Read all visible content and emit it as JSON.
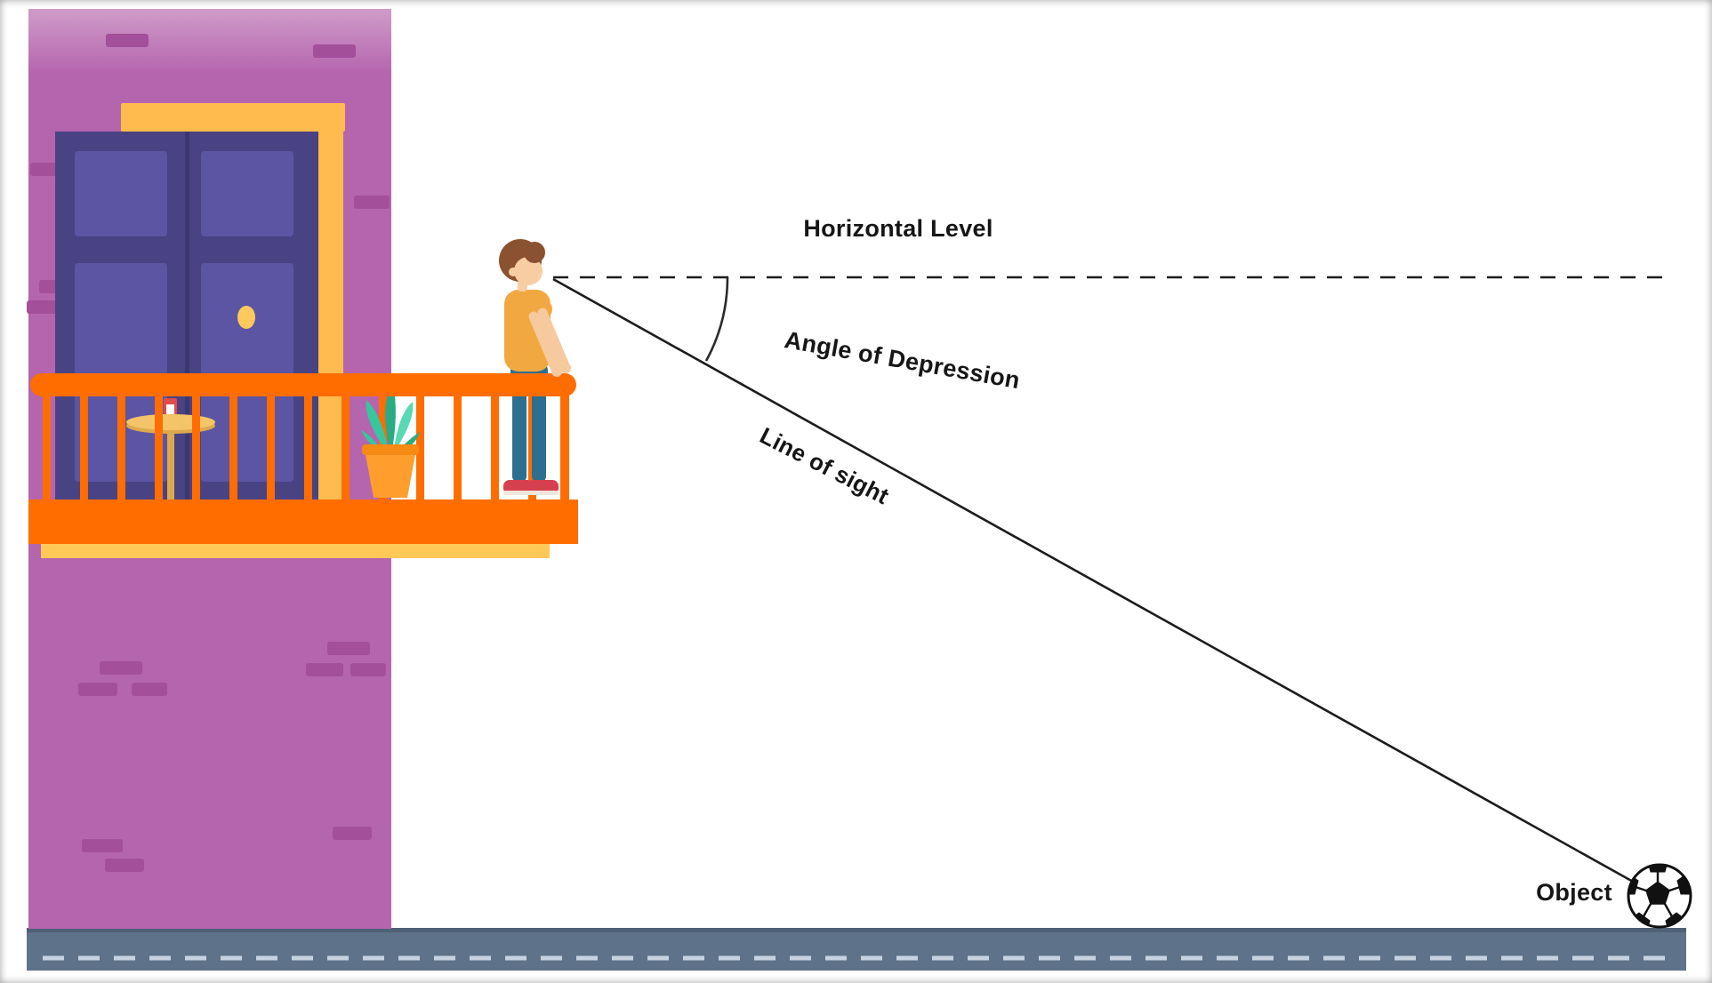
{
  "diagram": {
    "type": "angle-of-depression-illustration",
    "labels": {
      "horizontal_level": "Horizontal Level",
      "angle_of_depression": "Angle of Depression",
      "line_of_sight": "Line of sight",
      "object_label": "Object"
    },
    "lines": {
      "horizontal_level_style": "dashed",
      "line_of_sight_style": "solid",
      "angle_marker": "arc at observer eye between horizontal level and line of sight"
    },
    "scene": {
      "observer": "boy standing on an orange balcony of a purple building",
      "object": "football lying on the ground at lower right"
    },
    "colors": {
      "wall": "#b565ae",
      "brick": "#a34f9a",
      "balcony": "#ff6d00",
      "balcony_trim": "#ffc857",
      "door": "#494384",
      "door_panel": "#5b55a3",
      "door_frame": "#ffbb4d",
      "shirt": "#f2a840",
      "jeans": "#2e6e8e",
      "shoes": "#d6404e",
      "plant": "#35c79e",
      "pot": "#ff9e2c",
      "ground": "#5e7289",
      "line": "#1c1c1c",
      "text": "#161616"
    }
  }
}
